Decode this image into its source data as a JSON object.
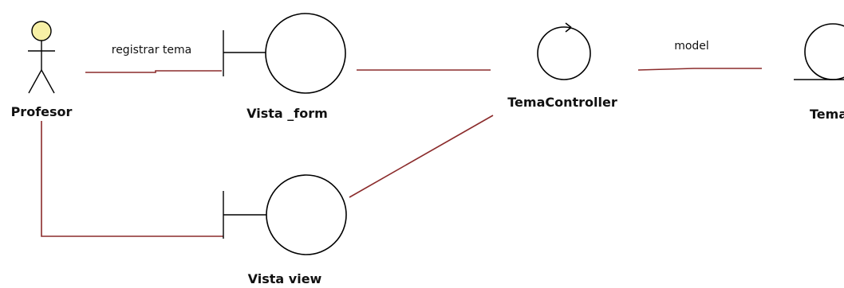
{
  "diagram": {
    "actor": {
      "name": "Profesor"
    },
    "boundary_form": {
      "name": "Vista _form"
    },
    "boundary_view": {
      "name": "Vista view"
    },
    "controller": {
      "name": "TemaController"
    },
    "entity": {
      "name": "Tema"
    },
    "messages": {
      "register": "registrar tema",
      "model": "model"
    },
    "colors": {
      "link": "#8b2b2b",
      "actor_head": "#f7f0a6",
      "shape_stroke": "#000000"
    }
  }
}
